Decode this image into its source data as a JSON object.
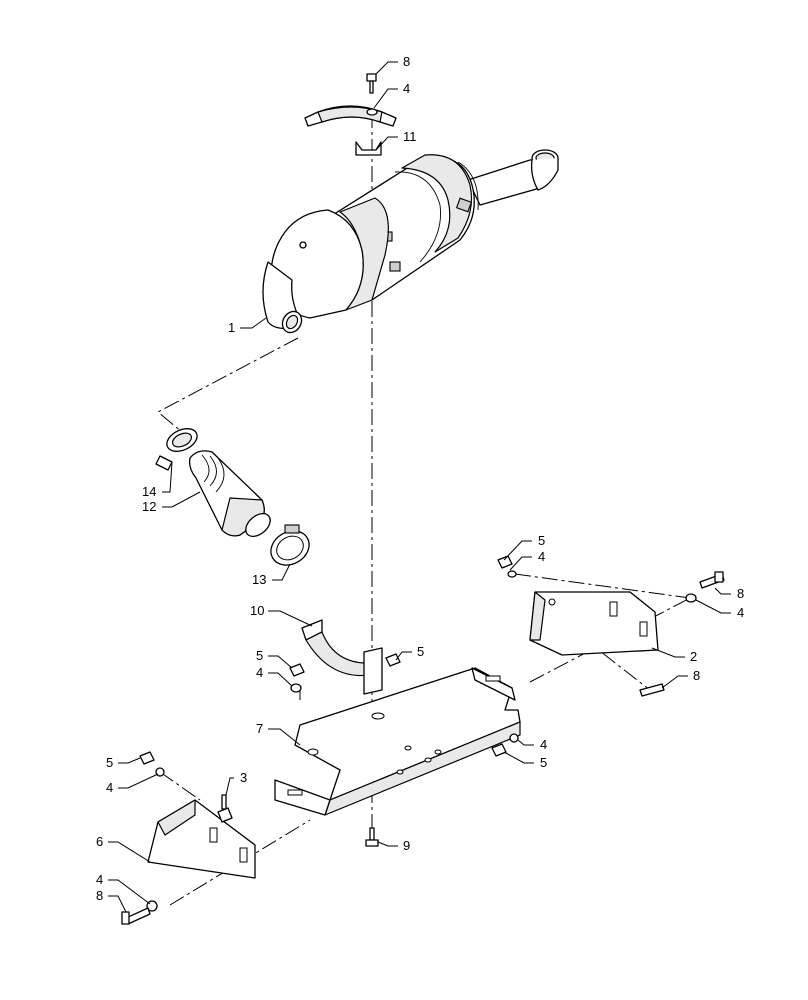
{
  "callouts": [
    {
      "id": "c8-top",
      "label": "8"
    },
    {
      "id": "c4-top",
      "label": "4"
    },
    {
      "id": "c11",
      "label": "11"
    },
    {
      "id": "c1",
      "label": "1"
    },
    {
      "id": "c14",
      "label": "14"
    },
    {
      "id": "c12",
      "label": "12"
    },
    {
      "id": "c13",
      "label": "13"
    },
    {
      "id": "c5-right-top",
      "label": "5"
    },
    {
      "id": "c4-right-top",
      "label": "4"
    },
    {
      "id": "c8-right",
      "label": "8"
    },
    {
      "id": "c4-right",
      "label": "4"
    },
    {
      "id": "c10",
      "label": "10"
    },
    {
      "id": "c5-mid",
      "label": "5"
    },
    {
      "id": "c4-mid",
      "label": "4"
    },
    {
      "id": "c5-center",
      "label": "5"
    },
    {
      "id": "c2",
      "label": "2"
    },
    {
      "id": "c8-right-low",
      "label": "8"
    },
    {
      "id": "c7",
      "label": "7"
    },
    {
      "id": "c4-right-low",
      "label": "4"
    },
    {
      "id": "c5-right-low",
      "label": "5"
    },
    {
      "id": "c5-left",
      "label": "5"
    },
    {
      "id": "c3",
      "label": "3"
    },
    {
      "id": "c4-left",
      "label": "4"
    },
    {
      "id": "c6",
      "label": "6"
    },
    {
      "id": "c4-left-low",
      "label": "4"
    },
    {
      "id": "c8-left-low",
      "label": "8"
    },
    {
      "id": "c9",
      "label": "9"
    }
  ]
}
